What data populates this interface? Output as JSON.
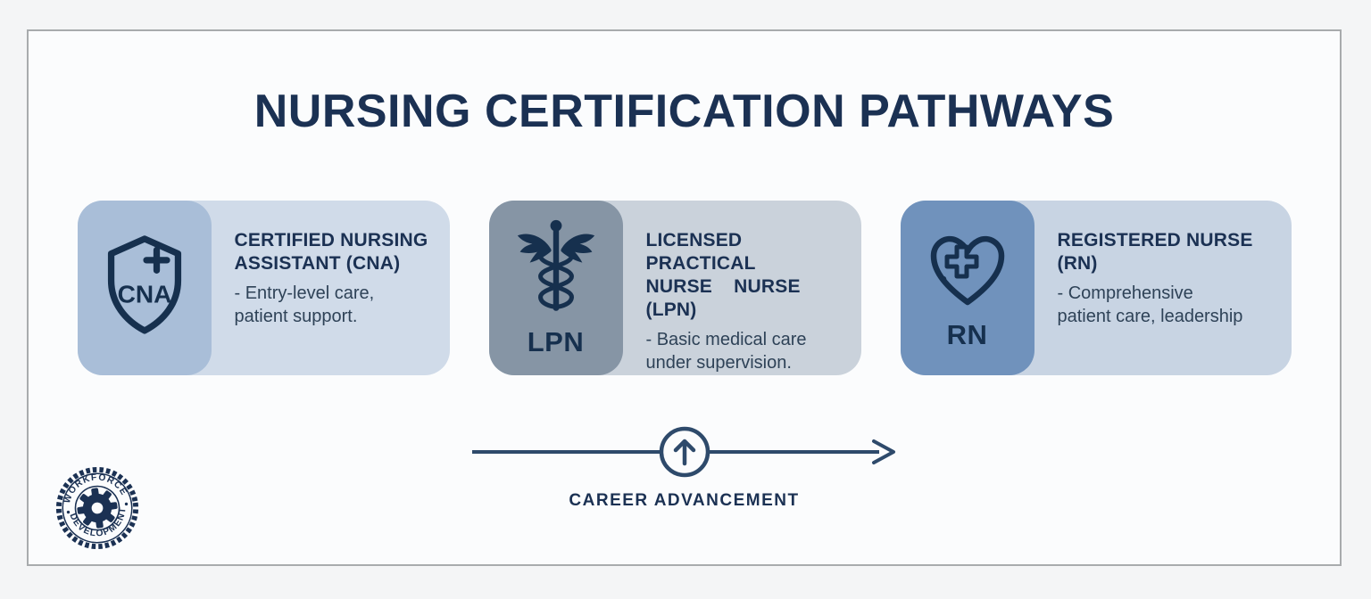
{
  "header": {
    "title": "NURSING CERTIFICATION PATHWAYS"
  },
  "cards": [
    {
      "abbr": "CNA",
      "icon": "shield-plus-icon",
      "title": "CERTIFIED NURSING\nASSISTANT (CNA)",
      "description": "- Entry-level care,\npatient support."
    },
    {
      "abbr": "LPN",
      "icon": "caduceus-icon",
      "title": "LICENSED PRACTICAL\nNURSE    NURSE (LPN)",
      "description": "- Basic medical care\nunder supervision."
    },
    {
      "abbr": "RN",
      "icon": "heart-cross-icon",
      "title": "REGISTERED NURSE (RN)",
      "description": "- Comprehensive\npatient care, leadership"
    }
  ],
  "arrow": {
    "label": "CAREER ADVANCEMENT"
  },
  "stamp": {
    "top_text": "WORKFORCE",
    "bottom_text": "DEVELOPMENT"
  },
  "colors": {
    "navy": "#1b3153",
    "page_bg": "#f4f5f6",
    "panel_bg": "#fbfcfd",
    "panel_border": "#a8abad",
    "cna_icon_bg": "#a9bed8",
    "cna_body_bg": "#d0dbe9",
    "lpn_icon_bg": "#8695a5",
    "lpn_body_bg": "#cad2db",
    "rn_icon_bg": "#7092bc",
    "rn_body_bg": "#c8d4e3"
  }
}
